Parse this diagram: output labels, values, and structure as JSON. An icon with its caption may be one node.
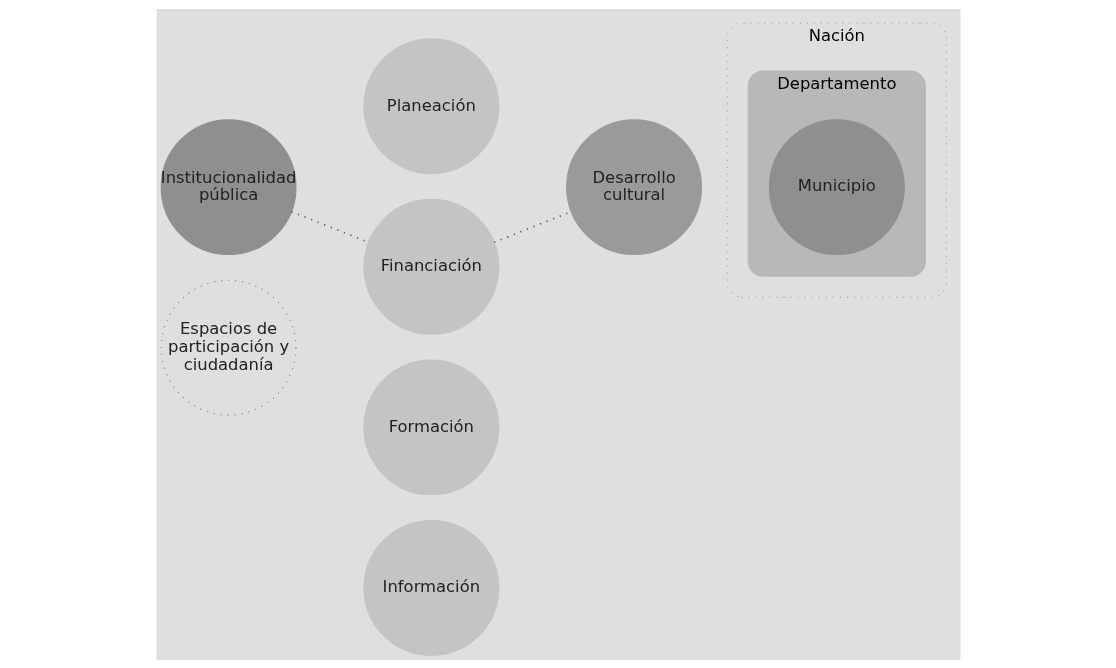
{
  "diagram": {
    "nodes": [
      {
        "text": [
          "Institucionalidad pública"
        ]
      },
      {
        "text": [
          "Espacios de participación y ciudadanía"
        ]
      },
      {
        "text": [
          "Planeación"
        ]
      },
      {
        "text": [
          "Financiación"
        ]
      },
      {
        "text": [
          "Formación"
        ]
      },
      {
        "text": [
          "Información"
        ]
      },
      {
        "text": [
          "Desarrollo cultural"
        ]
      },
      {
        "text": [
          "Nación"
        ]
      },
      {
        "text": [
          "Departamento"
        ],
        "in": 7
      },
      {
        "text": [
          "Municipio"
        ],
        "in": 8
      }
    ],
    "edges": [
      {
        "from": 0,
        "to": 3,
        "arrow": "none",
        "style": "dashed"
      },
      {
        "from": 3,
        "to": 6,
        "arrow": "none",
        "style": "dashed"
      }
    ]
  }
}
